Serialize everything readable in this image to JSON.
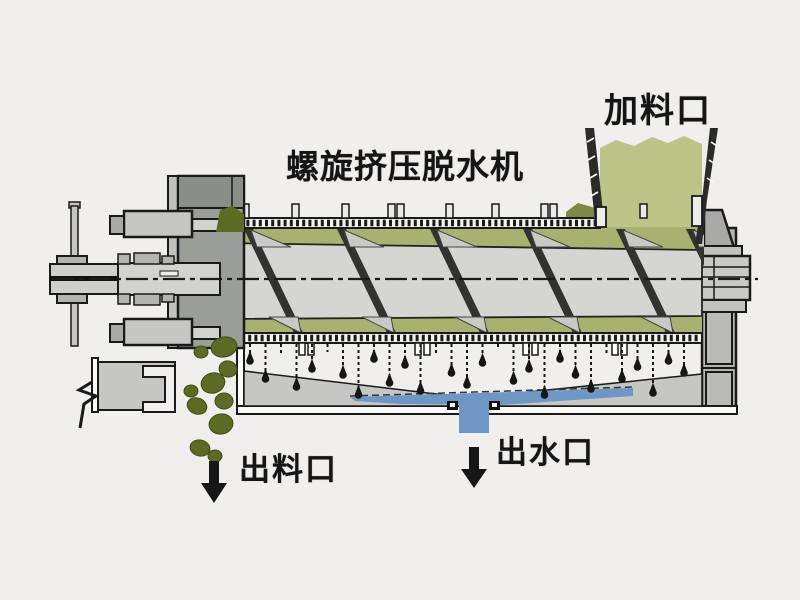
{
  "diagram": {
    "title": "螺旋挤压脱水机",
    "labels": {
      "feed_inlet": "加料口",
      "discharge_outlet": "出料口",
      "water_outlet": "出水口"
    },
    "icons": {
      "discharge_arrow": "down-arrow-icon",
      "water_arrow": "down-arrow-icon"
    },
    "colors": {
      "background": "#f0efed",
      "outline": "#1a1a1a",
      "hopper_material_green": "#bdc488",
      "barrel_material_green": "#a9b171",
      "spill_green": "#7d8a45",
      "cake_chunk_olive": "#5c6a24",
      "water_blue": "#6f97c6",
      "machine_light_gray": "#d5d6d2",
      "machine_mid_gray": "#b3b4b0",
      "machine_dark_gray": "#9b9e96",
      "arrow_black": "#161616"
    }
  }
}
